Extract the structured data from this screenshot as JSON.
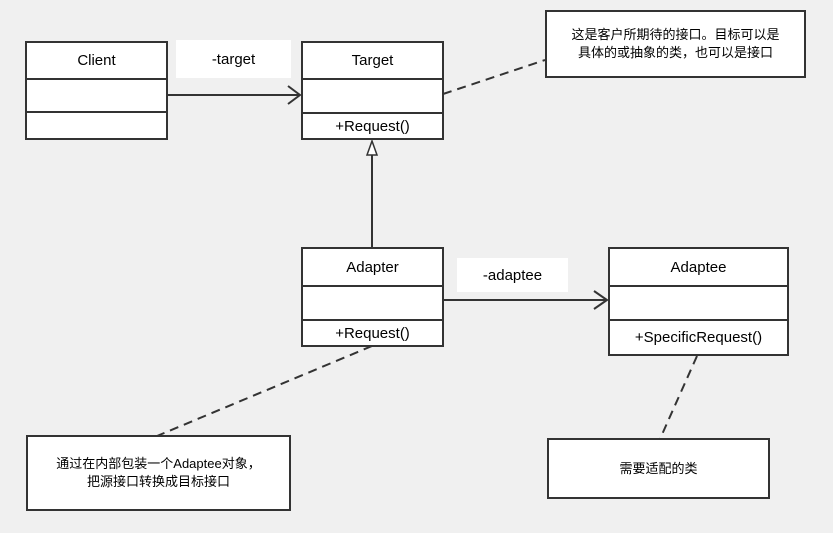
{
  "classes": {
    "client": {
      "name": "Client",
      "method": ""
    },
    "target": {
      "name": "Target",
      "method": "+Request()"
    },
    "adapter": {
      "name": "Adapter",
      "method": "+Request()"
    },
    "adaptee": {
      "name": "Adaptee",
      "method": "+SpecificRequest()"
    }
  },
  "associations": {
    "target_role": "-target",
    "adaptee_role": "-adaptee"
  },
  "notes": {
    "target_note": {
      "line1": "这是客户所期待的接口。目标可以是",
      "line2": "具体的或抽象的类，也可以是接口"
    },
    "adapter_note": {
      "line1": "通过在内部包装一个Adaptee对象，",
      "line2": "把源接口转换成目标接口"
    },
    "adaptee_note": {
      "line1": "需要适配的类"
    }
  },
  "colors": {
    "background": "#f0f0f0",
    "stroke": "#333333",
    "box_fill": "#ffffff"
  }
}
